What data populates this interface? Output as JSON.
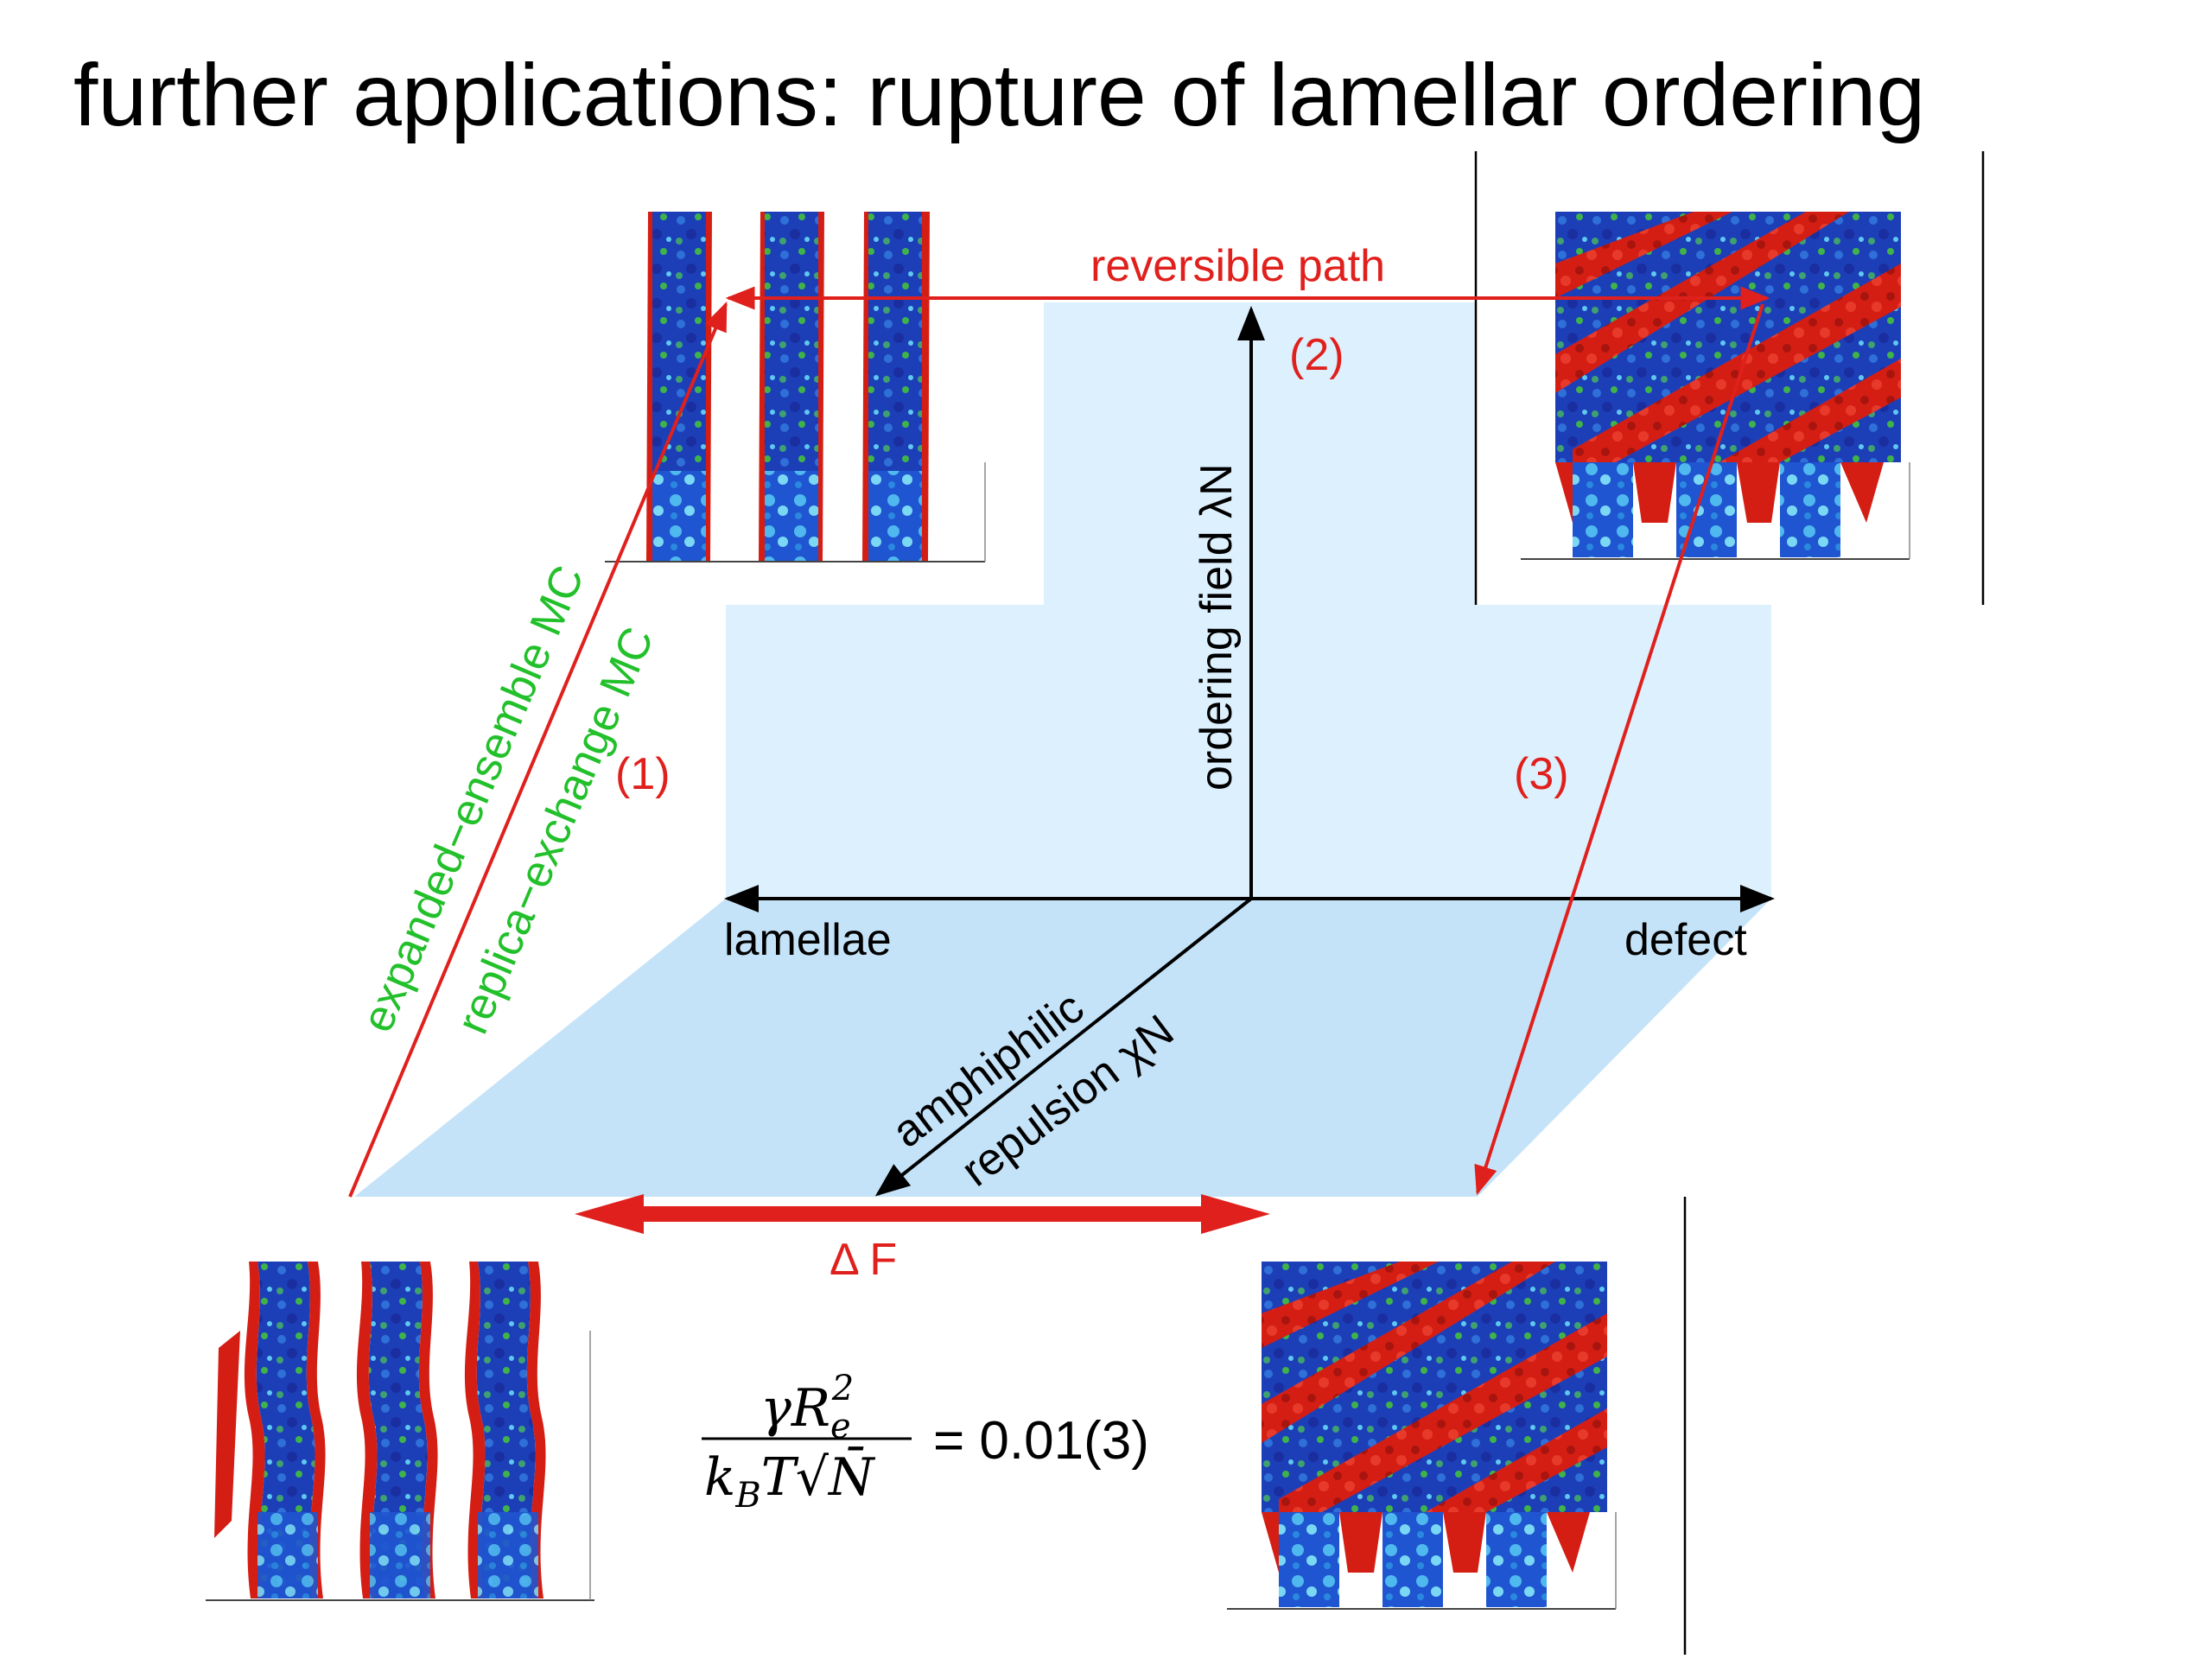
{
  "title": "further applications: rupture of lamellar ordering",
  "labels": {
    "reversible_path": "reversible path",
    "step1": "(1)",
    "step2": "(2)",
    "step3": "(3)",
    "ordering_field": "ordering field  λN",
    "lamellae": "lamellae",
    "defect": "defect",
    "amphiphilic": "amphiphilic",
    "repulsion": "repulsion χN",
    "expanded_ensemble": "expanded−ensemble MC",
    "replica_exchange": "replica−exchange MC",
    "delta_f": "Δ F",
    "equation_rhs": "= 0.01(3)"
  },
  "equation": {
    "numerator_base": "γR",
    "numerator_sup": "2",
    "numerator_sub": "e",
    "denominator": "k",
    "denominator_sub": "B",
    "denominator_rest": "T√N̄"
  },
  "colors": {
    "path_red": "#e0201c",
    "method_green": "#22c02a",
    "plane_light": "#ddf0fd",
    "plane_floor": "#c5e3f8",
    "morph_blue": "#1c3fb8",
    "morph_red": "#d41e14",
    "morph_green": "#3fb34a",
    "morph_cyan": "#5ec8f0"
  }
}
